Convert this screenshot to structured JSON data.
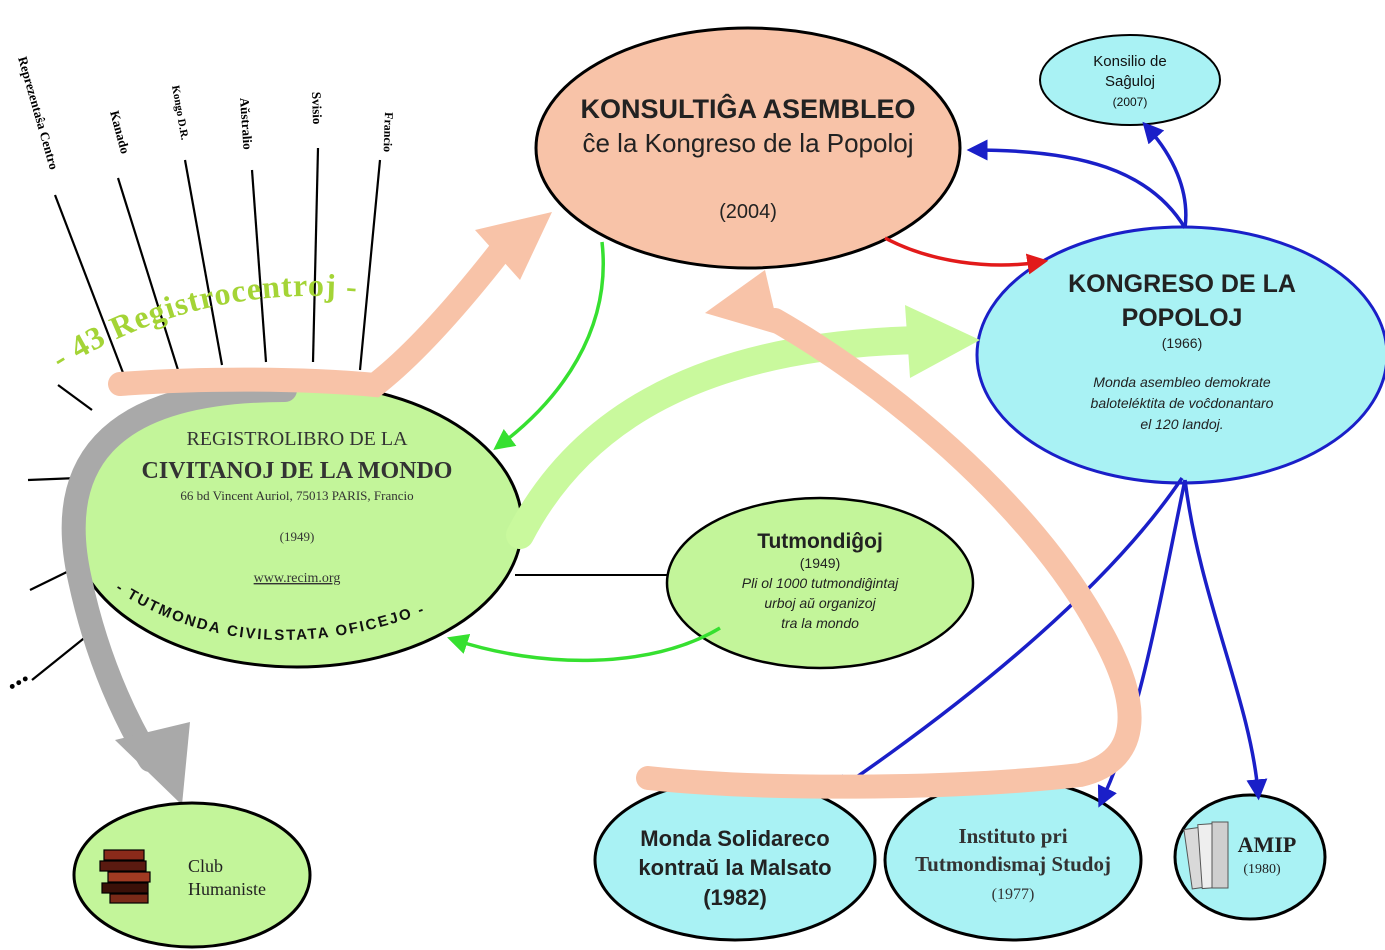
{
  "registrocentroj": {
    "label": "- 43 Registrocentroj -",
    "rays": [
      "Reprezentaŝa Centro",
      "Kanado",
      "Kongo D.R.",
      "Aŭstralio",
      "Svisio",
      "Francio"
    ],
    "ellipsis": "..."
  },
  "konsultiga": {
    "title": "KONSULTIĜA ASEMBLEO",
    "subtitle": "ĉe la Kongreso de la Popoloj",
    "year": "(2004)"
  },
  "konsilio": {
    "line1": "Konsilio de",
    "line2": "Saĝuloj",
    "year": "(2007)"
  },
  "kongreso": {
    "line1": "KONGRESO DE LA",
    "line2": "POPOLOJ",
    "year": "(1966)",
    "desc1": "Monda asembleo demokrate",
    "desc2": "baloteléktita de voĉdonantaro",
    "desc3": "el 120 landoj."
  },
  "registrolibro": {
    "line1": "REGISTROLIBRO DE LA",
    "line2": "CIVITANOJ DE LA MONDO",
    "address": "66 bd Vincent Auriol, 75013 PARIS, Francio",
    "year": "(1949)",
    "url": "www.recim.org",
    "arc": "- TUTMONDA CIVILSTATA OFICEJO -"
  },
  "tutmondigoj": {
    "title": "Tutmondiĝoj",
    "year": "(1949)",
    "desc1": "Pli ol 1000 tutmondiĝintaj",
    "desc2": "urboj aŭ organizoj",
    "desc3": "tra la mondo"
  },
  "club": {
    "line1": "Club",
    "line2": "Humaniste"
  },
  "monda": {
    "line1": "Monda Solidareco",
    "line2": "kontraŭ la Malsato",
    "year": "(1982)"
  },
  "instituto": {
    "line1": "Instituto pri",
    "line2": "Tutmondismaj Studoj",
    "year": "(1977)"
  },
  "amip": {
    "title": "AMIP",
    "year": "(1980)"
  },
  "colors": {
    "salmon": "#f8c3a8",
    "cyan": "#a9f2f4",
    "lightgreen": "#c3f59a",
    "arrowgreen": "#36e030",
    "blue": "#1a1fc8",
    "red": "#e21a1a",
    "gray": "#a9a9a9",
    "palegreen": "#c9f99d",
    "olive": "#a4d436"
  }
}
